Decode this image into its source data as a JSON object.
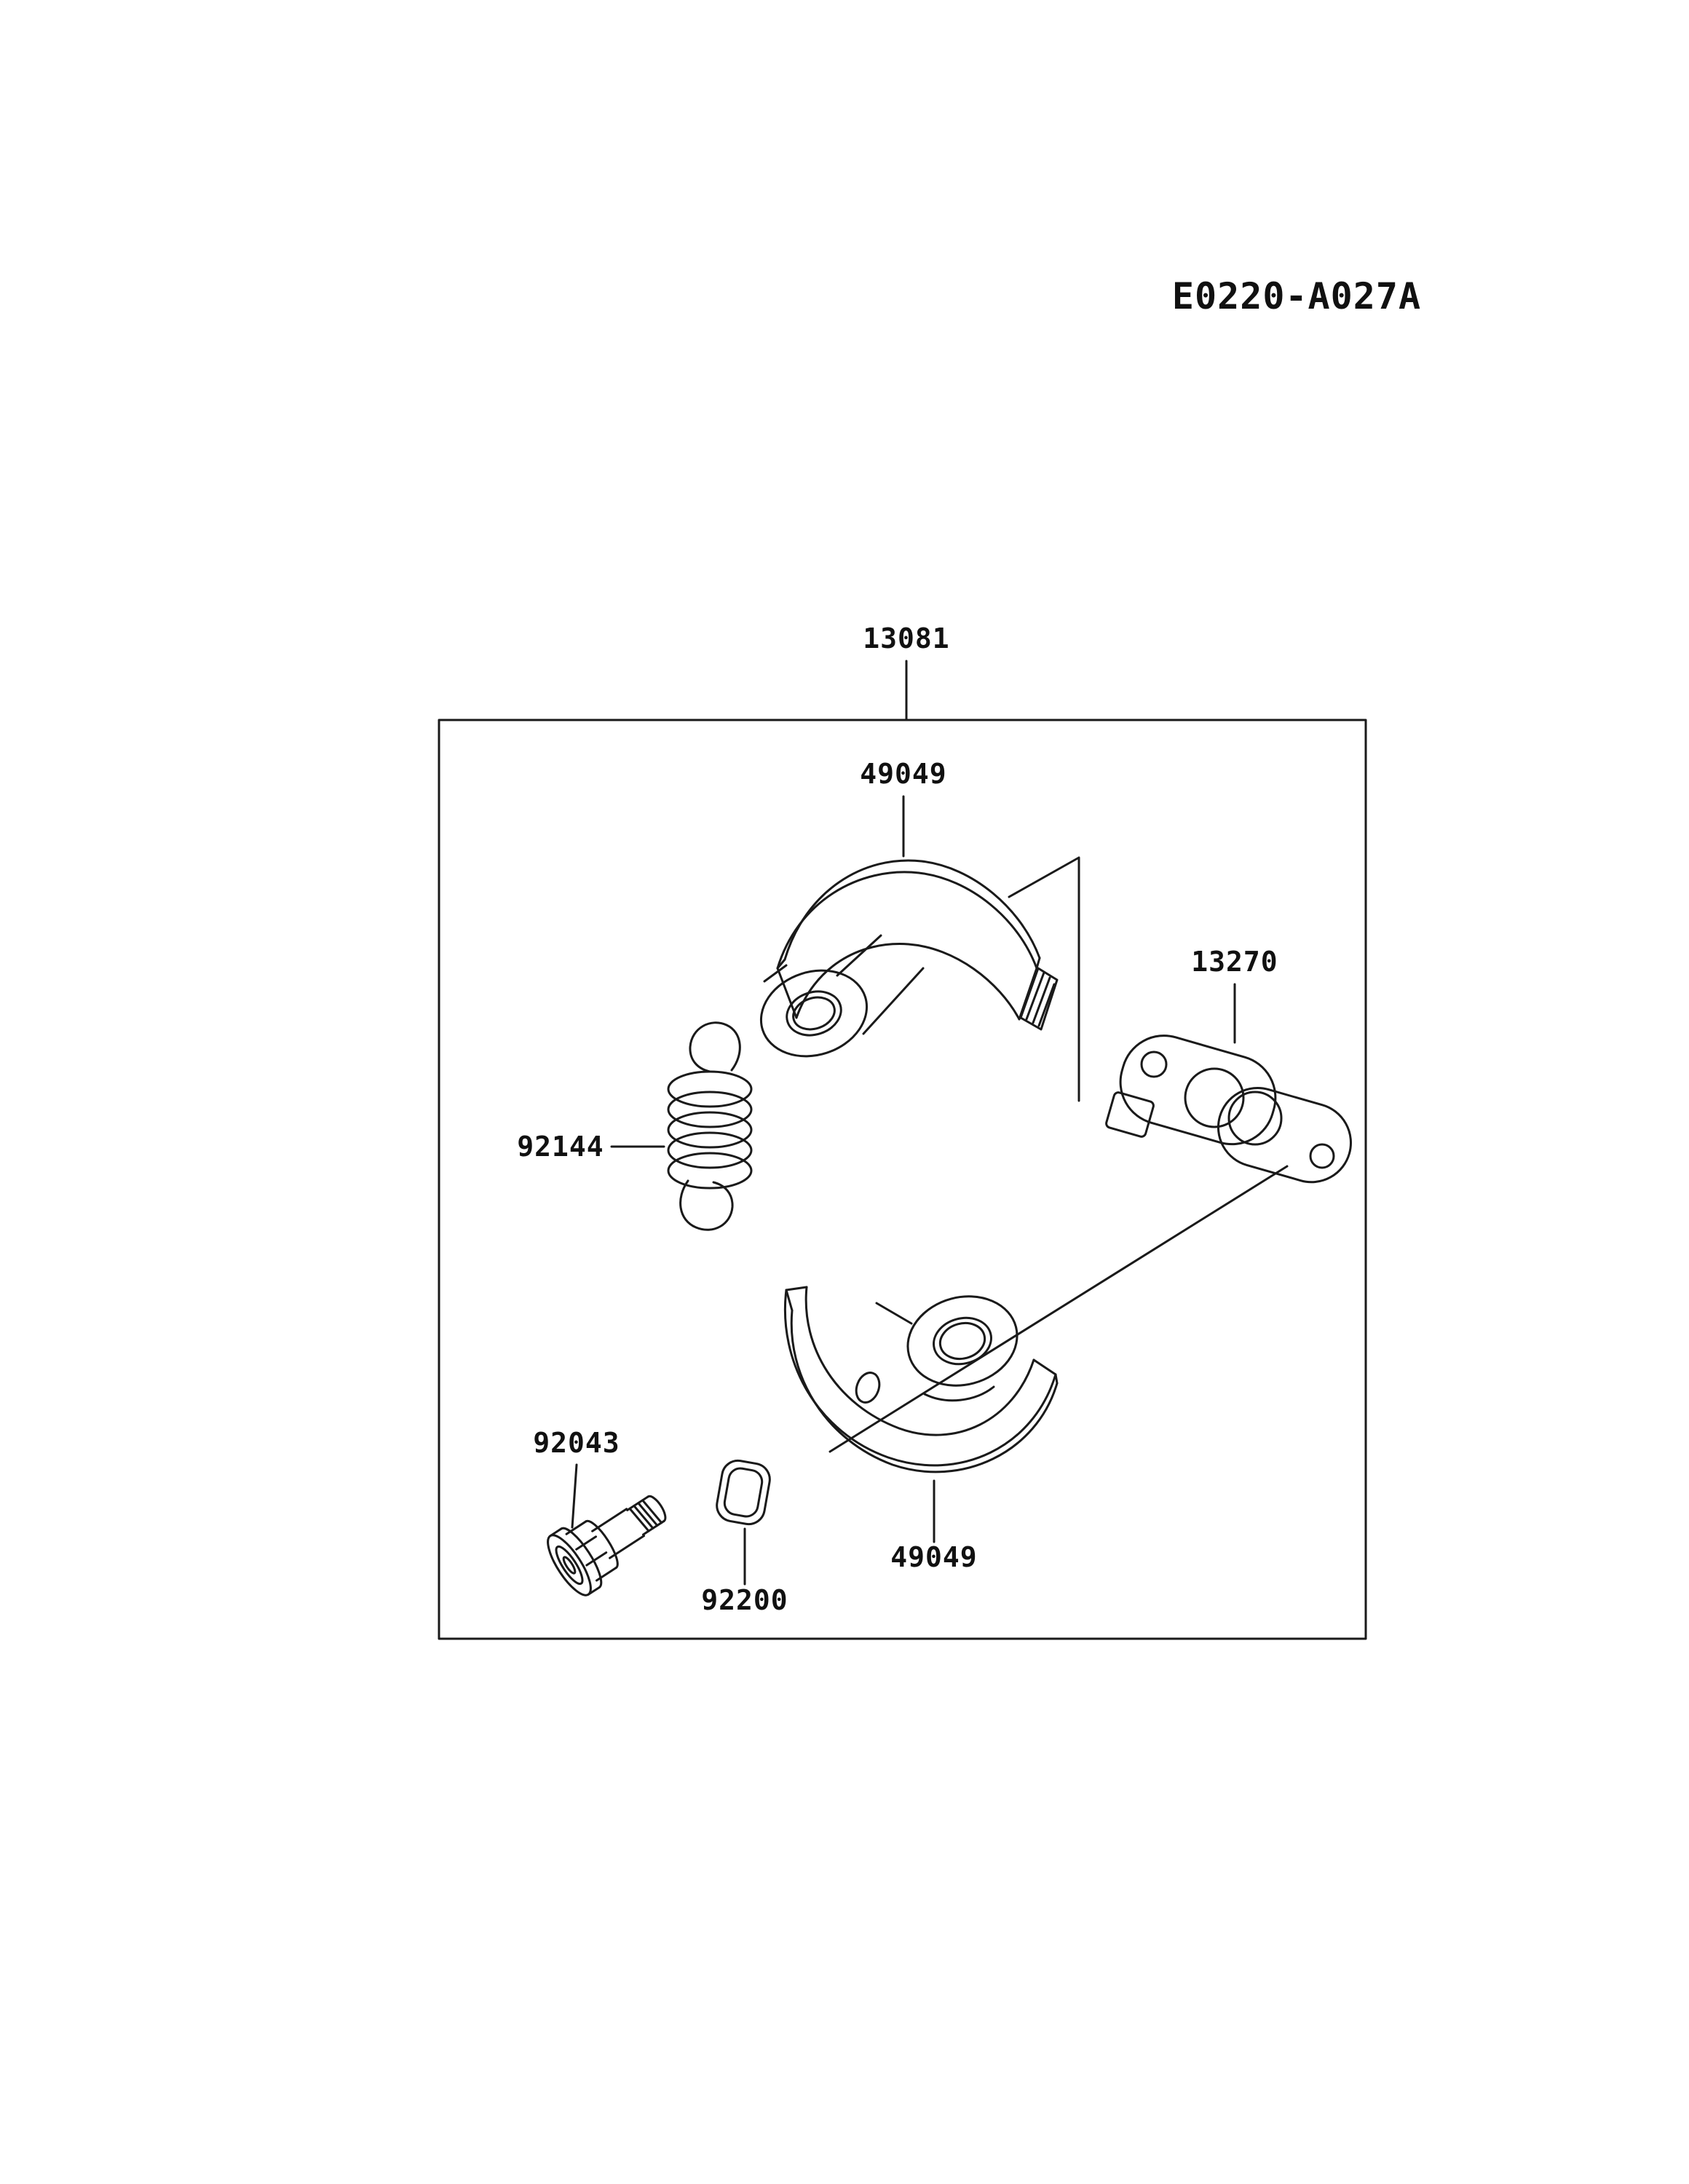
{
  "colors": {
    "background": "#ffffff",
    "line": "#1a1a1a",
    "text": "#111111"
  },
  "diagram": {
    "code": "E0220-A027A",
    "labels": {
      "assembly": "13081",
      "shoe_upper": "49049",
      "bracket": "13270",
      "spring": "92144",
      "bolt": "92043",
      "gasket": "92200",
      "shoe_lower": "49049"
    }
  }
}
